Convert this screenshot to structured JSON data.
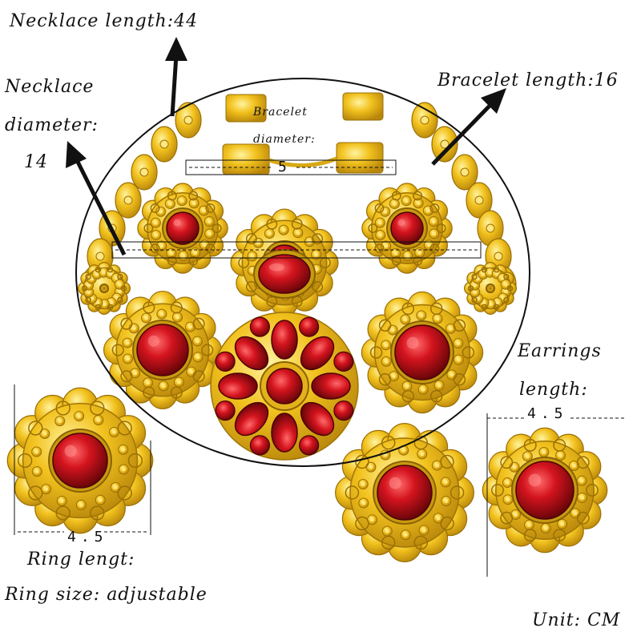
{
  "labels": {
    "necklace_length": "Necklace length:44",
    "bracelet_length": "Bracelet length:16",
    "necklace_diameter_1": "Necklace",
    "necklace_diameter_2": "diameter:",
    "necklace_diameter_3": "14",
    "bracelet_diameter_1": "Bracelet",
    "bracelet_diameter_2": "diameter:",
    "bracelet_diameter_value": "5",
    "earrings_length_1": "Earrings",
    "earrings_length_2": "length:",
    "earrings_length_value": "4.5",
    "ring_value": "4.5",
    "ring_length": "Ring lengt:",
    "ring_size": "Ring size: adjustable",
    "unit": "Unit: CM"
  },
  "colors": {
    "gold": "#e8b415",
    "gold_dark": "#b88a0a",
    "gold_light": "#ffe066",
    "ruby": "#c4101a",
    "ruby_dark": "#6e0508",
    "ruby_light": "#ff4a4a",
    "line": "#111111"
  }
}
